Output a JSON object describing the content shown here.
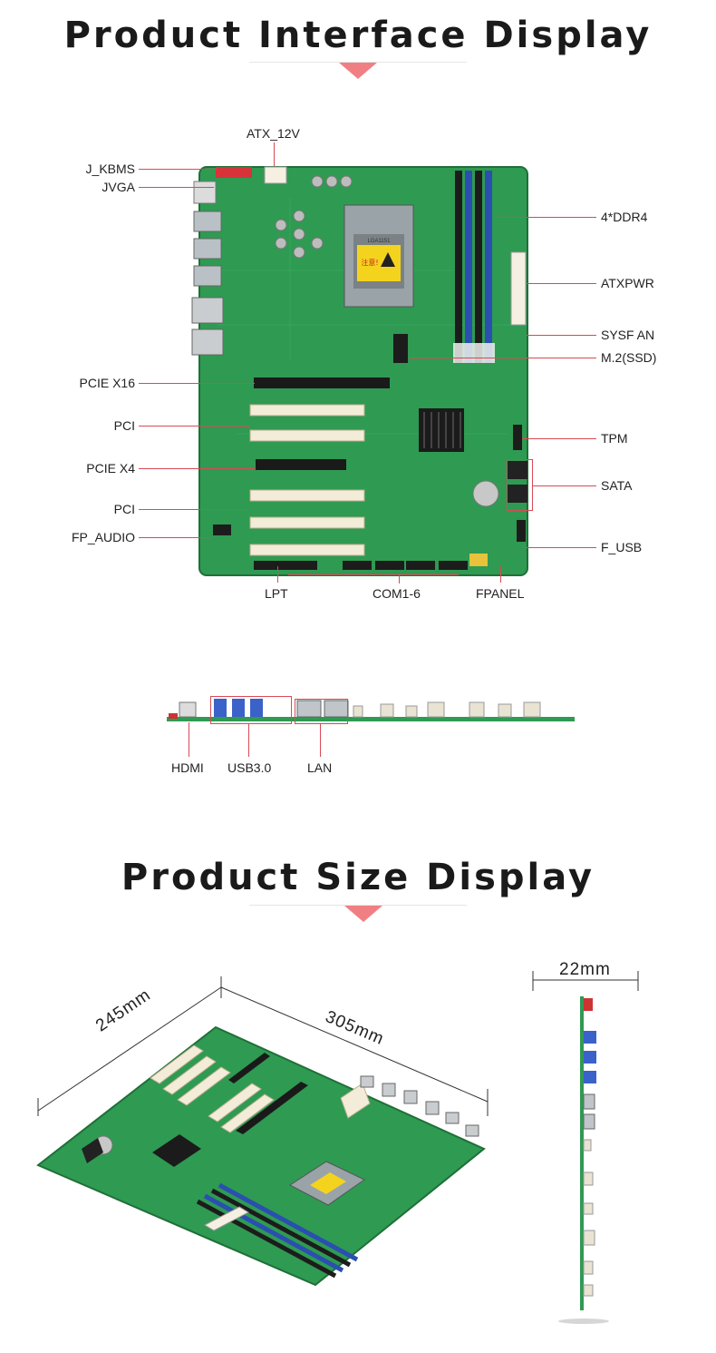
{
  "section1": {
    "title": "Product Interface Display"
  },
  "section2": {
    "title": "Product Size Display"
  },
  "board_labels": {
    "atx12v": "ATX_12V",
    "jkbms": "J_KBMS",
    "jvga": "JVGA",
    "ddr4": "4*DDR4",
    "atxpwr": "ATXPWR",
    "sysfan": "SYSF AN",
    "m2": "M.2(SSD)",
    "pciex16": "PCIE X16",
    "pci1": "PCI",
    "tpm": "TPM",
    "pciex4": "PCIE X4",
    "sata": "SATA",
    "pci2": "PCI",
    "fpaudio": "FP_AUDIO",
    "fusb": "F_USB",
    "lpt": "LPT",
    "com": "COM1-6",
    "fpanel": "FPANEL"
  },
  "io_labels": {
    "hdmi": "HDMI",
    "usb": "USB3.0",
    "lan": "LAN"
  },
  "board_chip_text": {
    "socket": "LGA1151",
    "warning": "注意!"
  },
  "dimensions": {
    "width": "245mm",
    "length": "305mm",
    "thickness": "22mm"
  },
  "colors": {
    "pcb": "#2f9a52",
    "pcb_dark": "#227a3e",
    "dimm_blue": "#2a4fb0",
    "accent_red": "#d84a55",
    "triangle": "#f07f84",
    "slot_white": "#f3ecd8"
  }
}
